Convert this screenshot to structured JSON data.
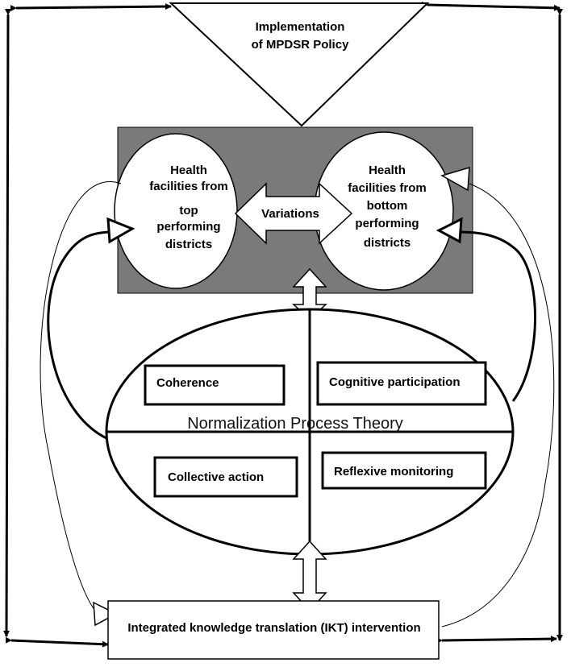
{
  "policy": {
    "line1": "Implementation",
    "line2": "of MPDSR Policy"
  },
  "top_facilities": {
    "line1": "Health",
    "line2": "facilities from",
    "line3": "top",
    "line4": "performing",
    "line5": "districts"
  },
  "bottom_facilities": {
    "line1": "Health",
    "line2": "facilities from",
    "line3": "bottom",
    "line4": "performing",
    "line5": "districts"
  },
  "variations": "Variations",
  "npt": {
    "title": "Normalization Process Theory",
    "coherence": "Coherence",
    "cognitive_participation": "Cognitive participation",
    "collective_action": "Collective action",
    "reflexive_monitoring": "Reflexive monitoring"
  },
  "ikt": "Integrated knowledge translation (IKT) intervention",
  "colors": {
    "panel": "#7a7a7a",
    "stroke": "#000000",
    "fill": "#ffffff"
  }
}
